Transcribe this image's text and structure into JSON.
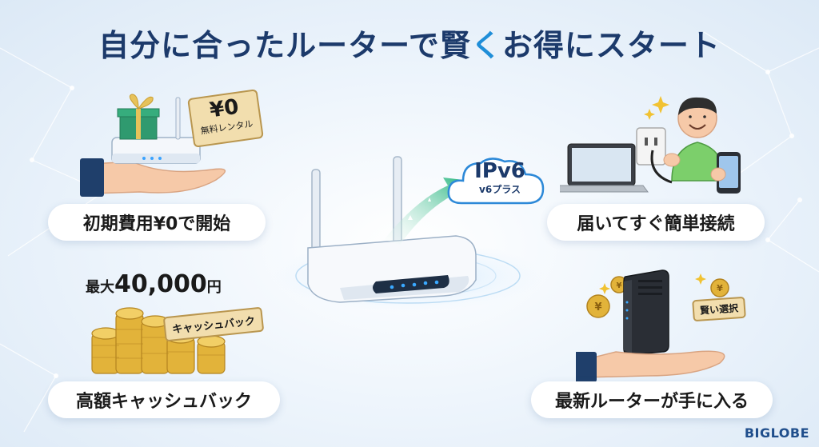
{
  "title": {
    "part1": "自分に合ったルーターで賢",
    "accent": "く",
    "part2": "お得にスタート"
  },
  "features": {
    "top_left": "初期費用¥0で開始",
    "bottom_left": "高額キャッシュバック",
    "top_right": "届いてすぐ簡単接続",
    "bottom_right": "最新ルーターが手に入る"
  },
  "price_tag": {
    "amount": "¥0",
    "caption": "無料レンタル"
  },
  "cashback": {
    "prefix": "最大",
    "amount": "40,000",
    "unit": "円",
    "tag": "キャッシュバック"
  },
  "cloud": {
    "main": "IPv6",
    "sub": "v6プラス"
  },
  "choice_tag": "賢い選択",
  "brand": "BIGLOBE",
  "colors": {
    "title": "#1c3a6b",
    "accent": "#1f8ed8",
    "brand": "#1f4e8c",
    "gold": "#e2b33a"
  }
}
